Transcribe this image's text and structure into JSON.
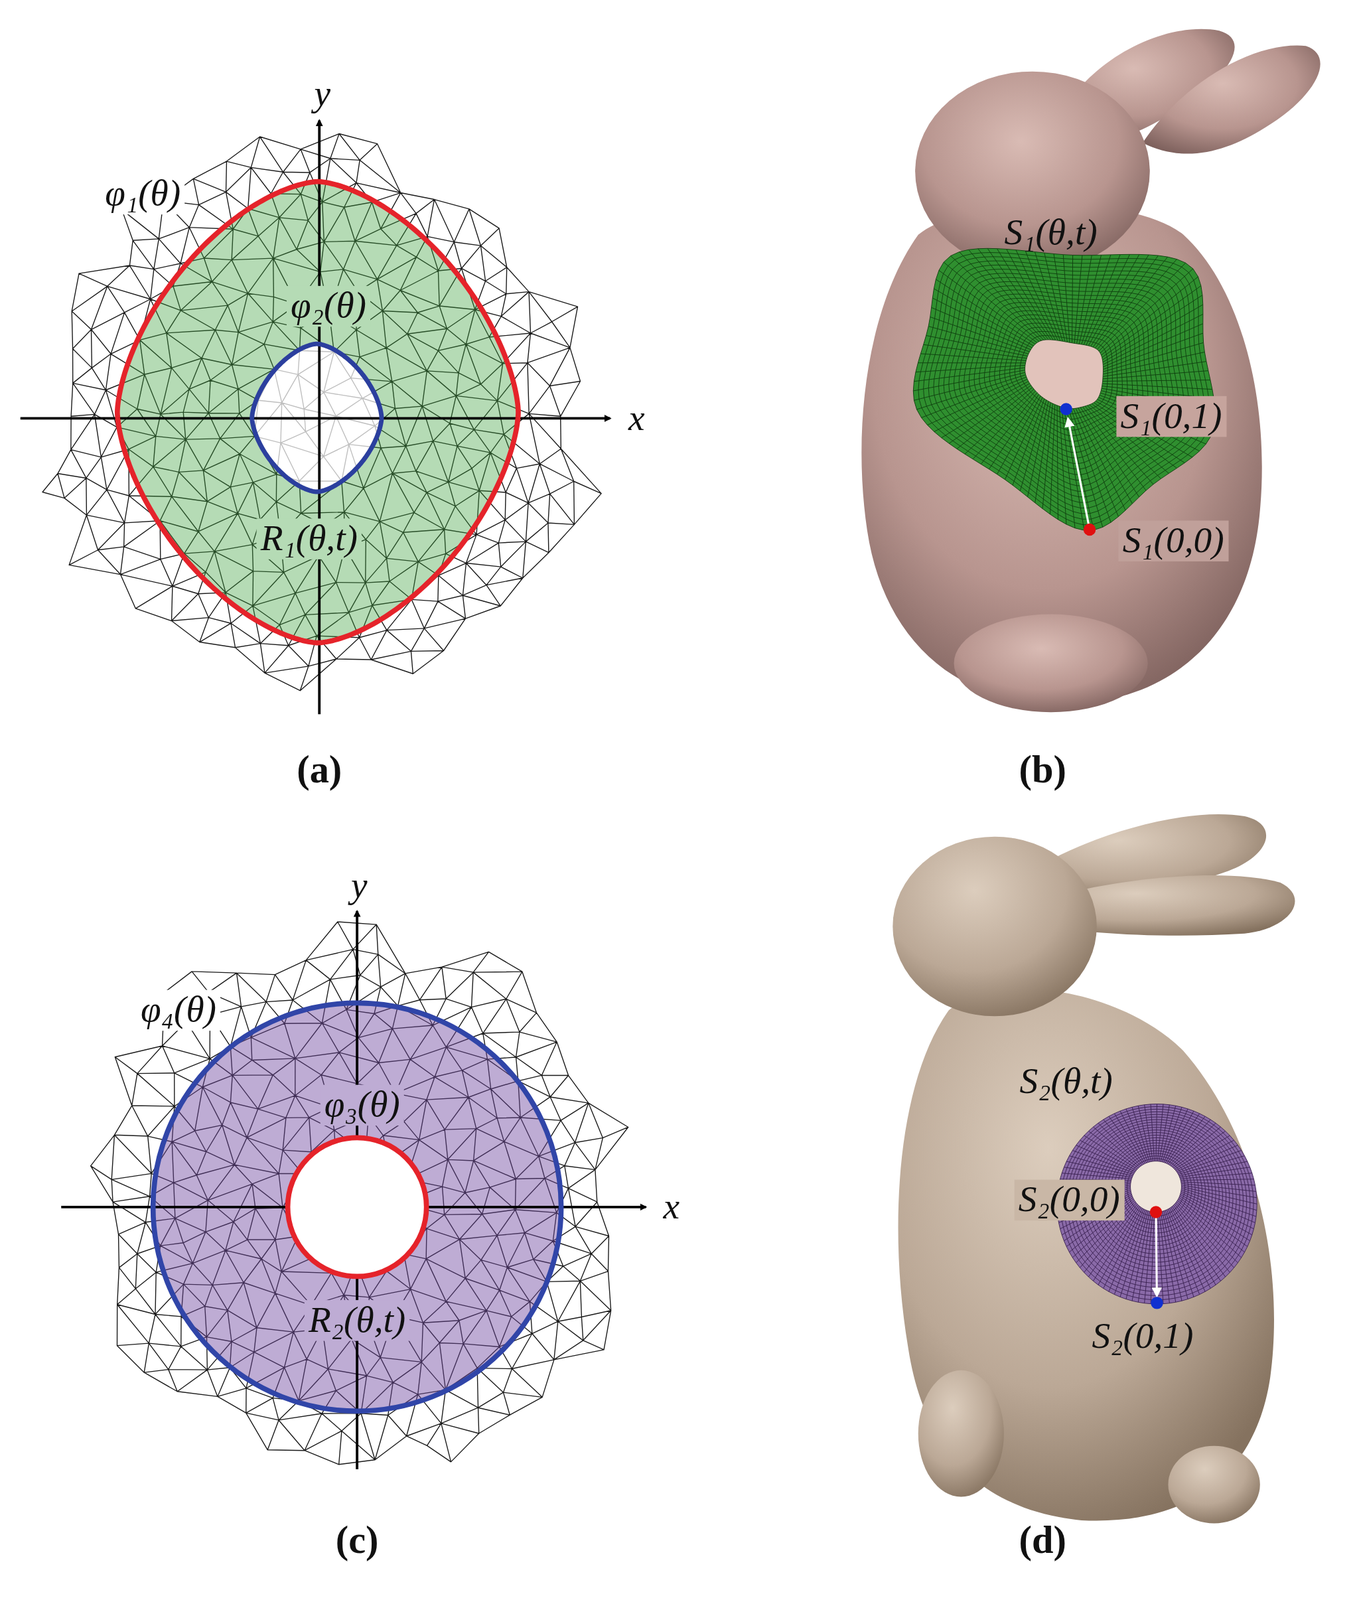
{
  "diagram": {
    "labels": [
      "y",
      "φ₁(θ)",
      "φ₂(θ)",
      "x",
      "R₁(θ,t)",
      "(a)",
      "S₁(θ,t)",
      "S₁(0,1)",
      "S₁(0,0)",
      "(b)",
      "y",
      "φ₄(θ)",
      "φ₃(θ)",
      "x",
      "R₂(θ,t)",
      "(c)",
      "S₂(θ,t)",
      "S₂(0,0)",
      "S₂(0,1)",
      "(d)"
    ]
  }
}
